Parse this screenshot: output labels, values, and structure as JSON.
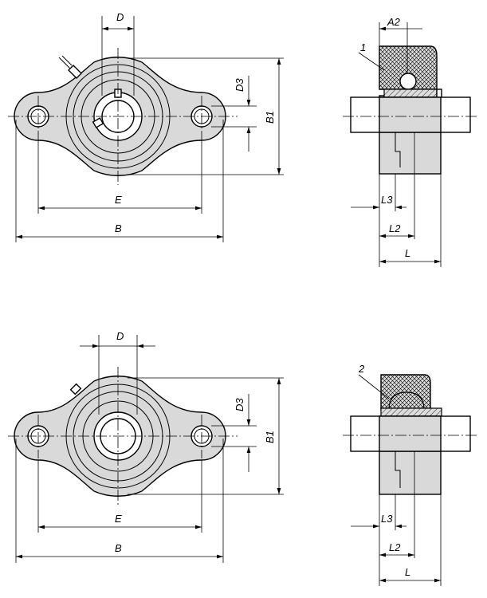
{
  "drawing_top": {
    "front_view": {
      "D": "D",
      "D3": "D3",
      "B1": "B1",
      "E": "E",
      "B": "B"
    },
    "side_view": {
      "A2": "A2",
      "item": "1",
      "L3": "L3",
      "L2": "L2",
      "L": "L"
    }
  },
  "drawing_bottom": {
    "front_view": {
      "D": "D",
      "D3": "D3",
      "B1": "B1",
      "E": "E",
      "B": "B"
    },
    "side_view": {
      "item": "2",
      "L3": "L3",
      "L2": "L2",
      "L": "L"
    }
  },
  "colors": {
    "body": "#d9d9d9",
    "line": "#000000"
  }
}
